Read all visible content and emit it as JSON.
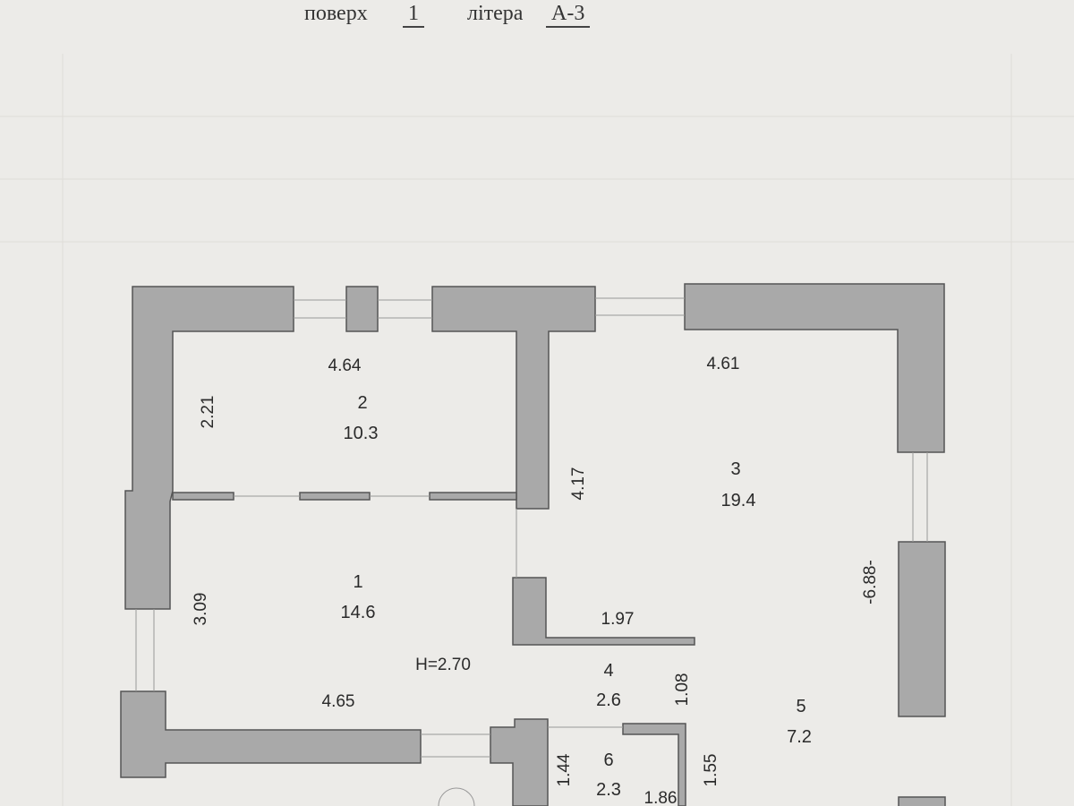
{
  "header": {
    "floor_word": "поверх",
    "floor_value": "1",
    "letter_word": "літера",
    "letter_value": "А-3"
  },
  "rooms": [
    {
      "number": "1",
      "area": "14.6"
    },
    {
      "number": "2",
      "area": "10.3"
    },
    {
      "number": "3",
      "area": "19.4"
    },
    {
      "number": "4",
      "area": "2.6"
    },
    {
      "number": "5",
      "area": "7.2"
    },
    {
      "number": "6",
      "area": "2.3"
    }
  ],
  "dimensions": {
    "d464": "4.64",
    "d461": "4.61",
    "d221": "2.21",
    "d417": "4.17",
    "d688": "-6.88-",
    "d309": "3.09",
    "d465": "4.65",
    "d197": "1.97",
    "d108": "1.08",
    "d155": "1.55",
    "d144": "1.44",
    "d186": "1.86"
  },
  "height_label": "H=2.70",
  "colors": {
    "wall": "#a9a9a9",
    "paper": "#ecebe8",
    "ink": "#2a2a2a"
  }
}
